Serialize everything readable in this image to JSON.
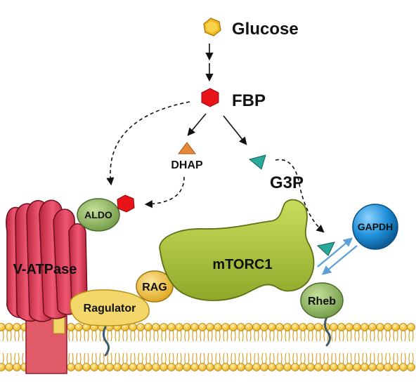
{
  "labels": {
    "glucose": "Glucose",
    "fbp": "FBP",
    "dhap": "DHAP",
    "g3p": "G3P",
    "aldo": "ALDO",
    "gapdh": "GAPDH",
    "mtorc1": "mTORC1",
    "v_atpase": "V-ATPase",
    "rag": "RAG",
    "ragulator": "Ragulator",
    "rheb": "Rheb"
  },
  "colors": {
    "glucose": "#f2b820",
    "fbp": "#e8141a",
    "dhap": "#e8893a",
    "g3p": "#2aa89a",
    "gapdh": "#1e8fd8",
    "mtorc1": "#a9c43a",
    "v_atpase": "#e2405a",
    "rag": "#f0c23a",
    "ragulator": "#f3d76a",
    "rheb": "#8dbb5e",
    "aldo": "#8dbb5e",
    "membrane_head": "#f5c62c",
    "arrow": "#111111",
    "exchange_arrow": "#5a9fd6"
  }
}
